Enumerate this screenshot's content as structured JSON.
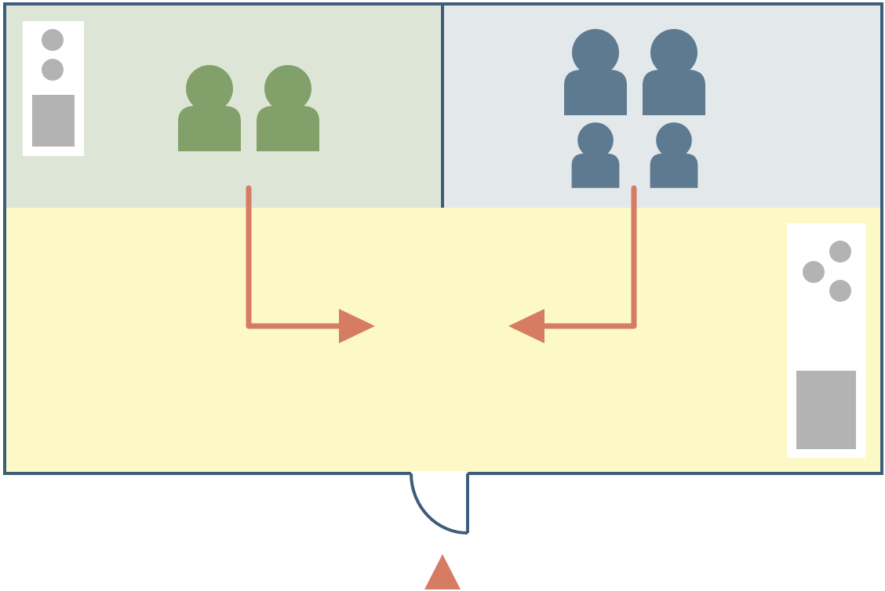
{
  "colors": {
    "wall": "#3d5d7b",
    "green_zone": "#dde6d6",
    "blue_zone": "#e3e8eb",
    "yellow_zone": "#fcf9c6",
    "green_person": "#82a069",
    "blue_person": "#5e7a91",
    "arrow": "#d67c63",
    "furniture": "#b3b3b3",
    "furniture_panel": "#ffffff",
    "outside": "#ffffff"
  },
  "zones": [
    {
      "id": "green-zone",
      "occupants": 2,
      "person_color": "green_person"
    },
    {
      "id": "blue-zone",
      "occupants": 4,
      "person_color": "blue_person"
    },
    {
      "id": "yellow-zone",
      "occupants": 0
    }
  ],
  "icons": [
    "person-icon",
    "arrow-icon",
    "door-icon",
    "chair-icon",
    "table-icon"
  ]
}
